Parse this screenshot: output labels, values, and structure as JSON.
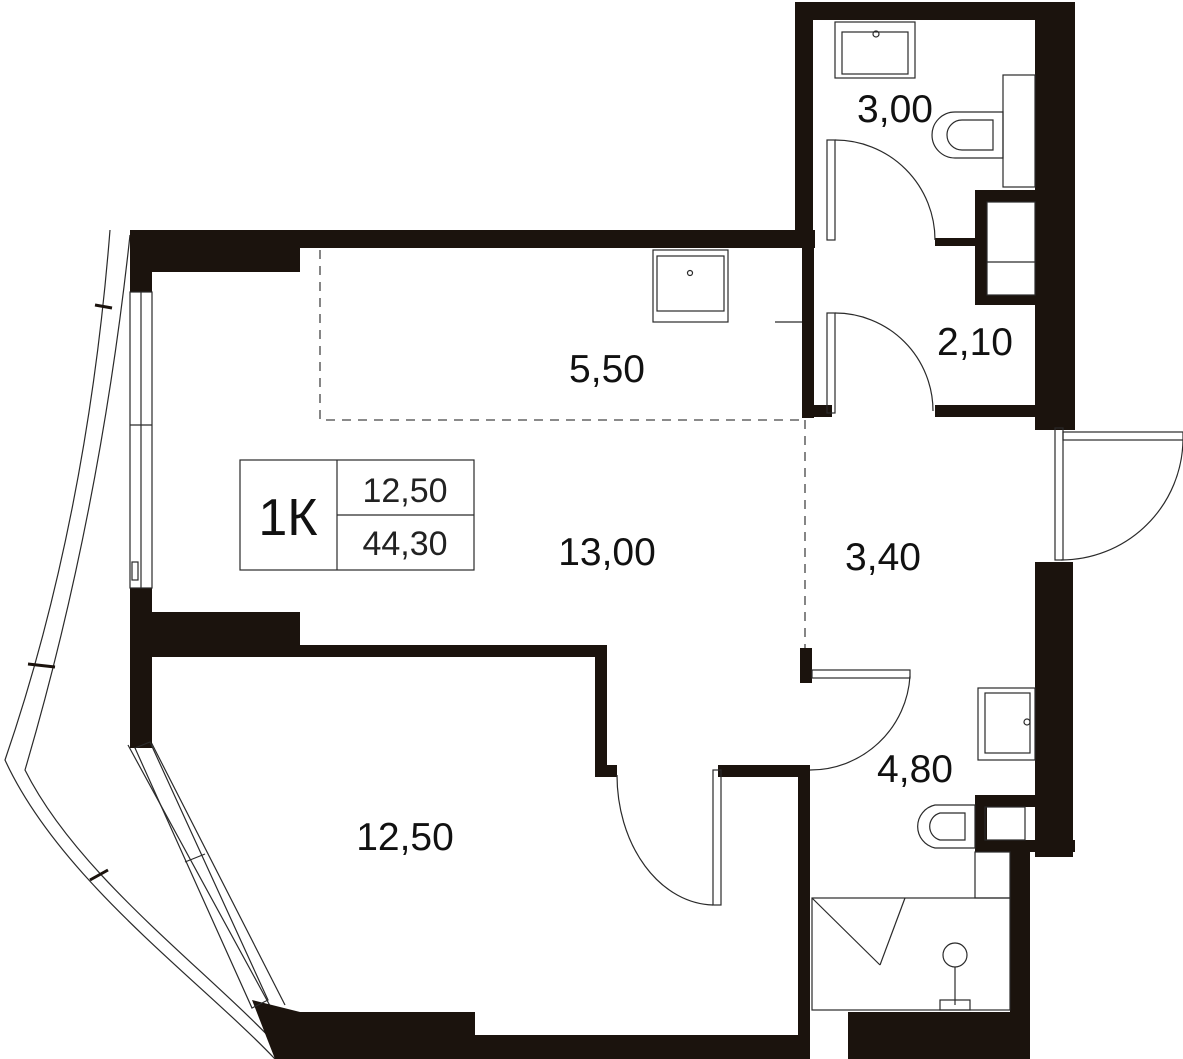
{
  "badge": {
    "type": "1К",
    "living_area": "12,50",
    "total_area": "44,30"
  },
  "rooms": {
    "bathroom_top": "3,00",
    "wardrobe": "2,10",
    "kitchen": "5,50",
    "living_room": "13,00",
    "hall": "3,40",
    "bathroom_bottom": "4,80",
    "bedroom": "12,50"
  },
  "colors": {
    "wall": "#1b130d",
    "background": "#ffffff",
    "text": "#111111"
  }
}
